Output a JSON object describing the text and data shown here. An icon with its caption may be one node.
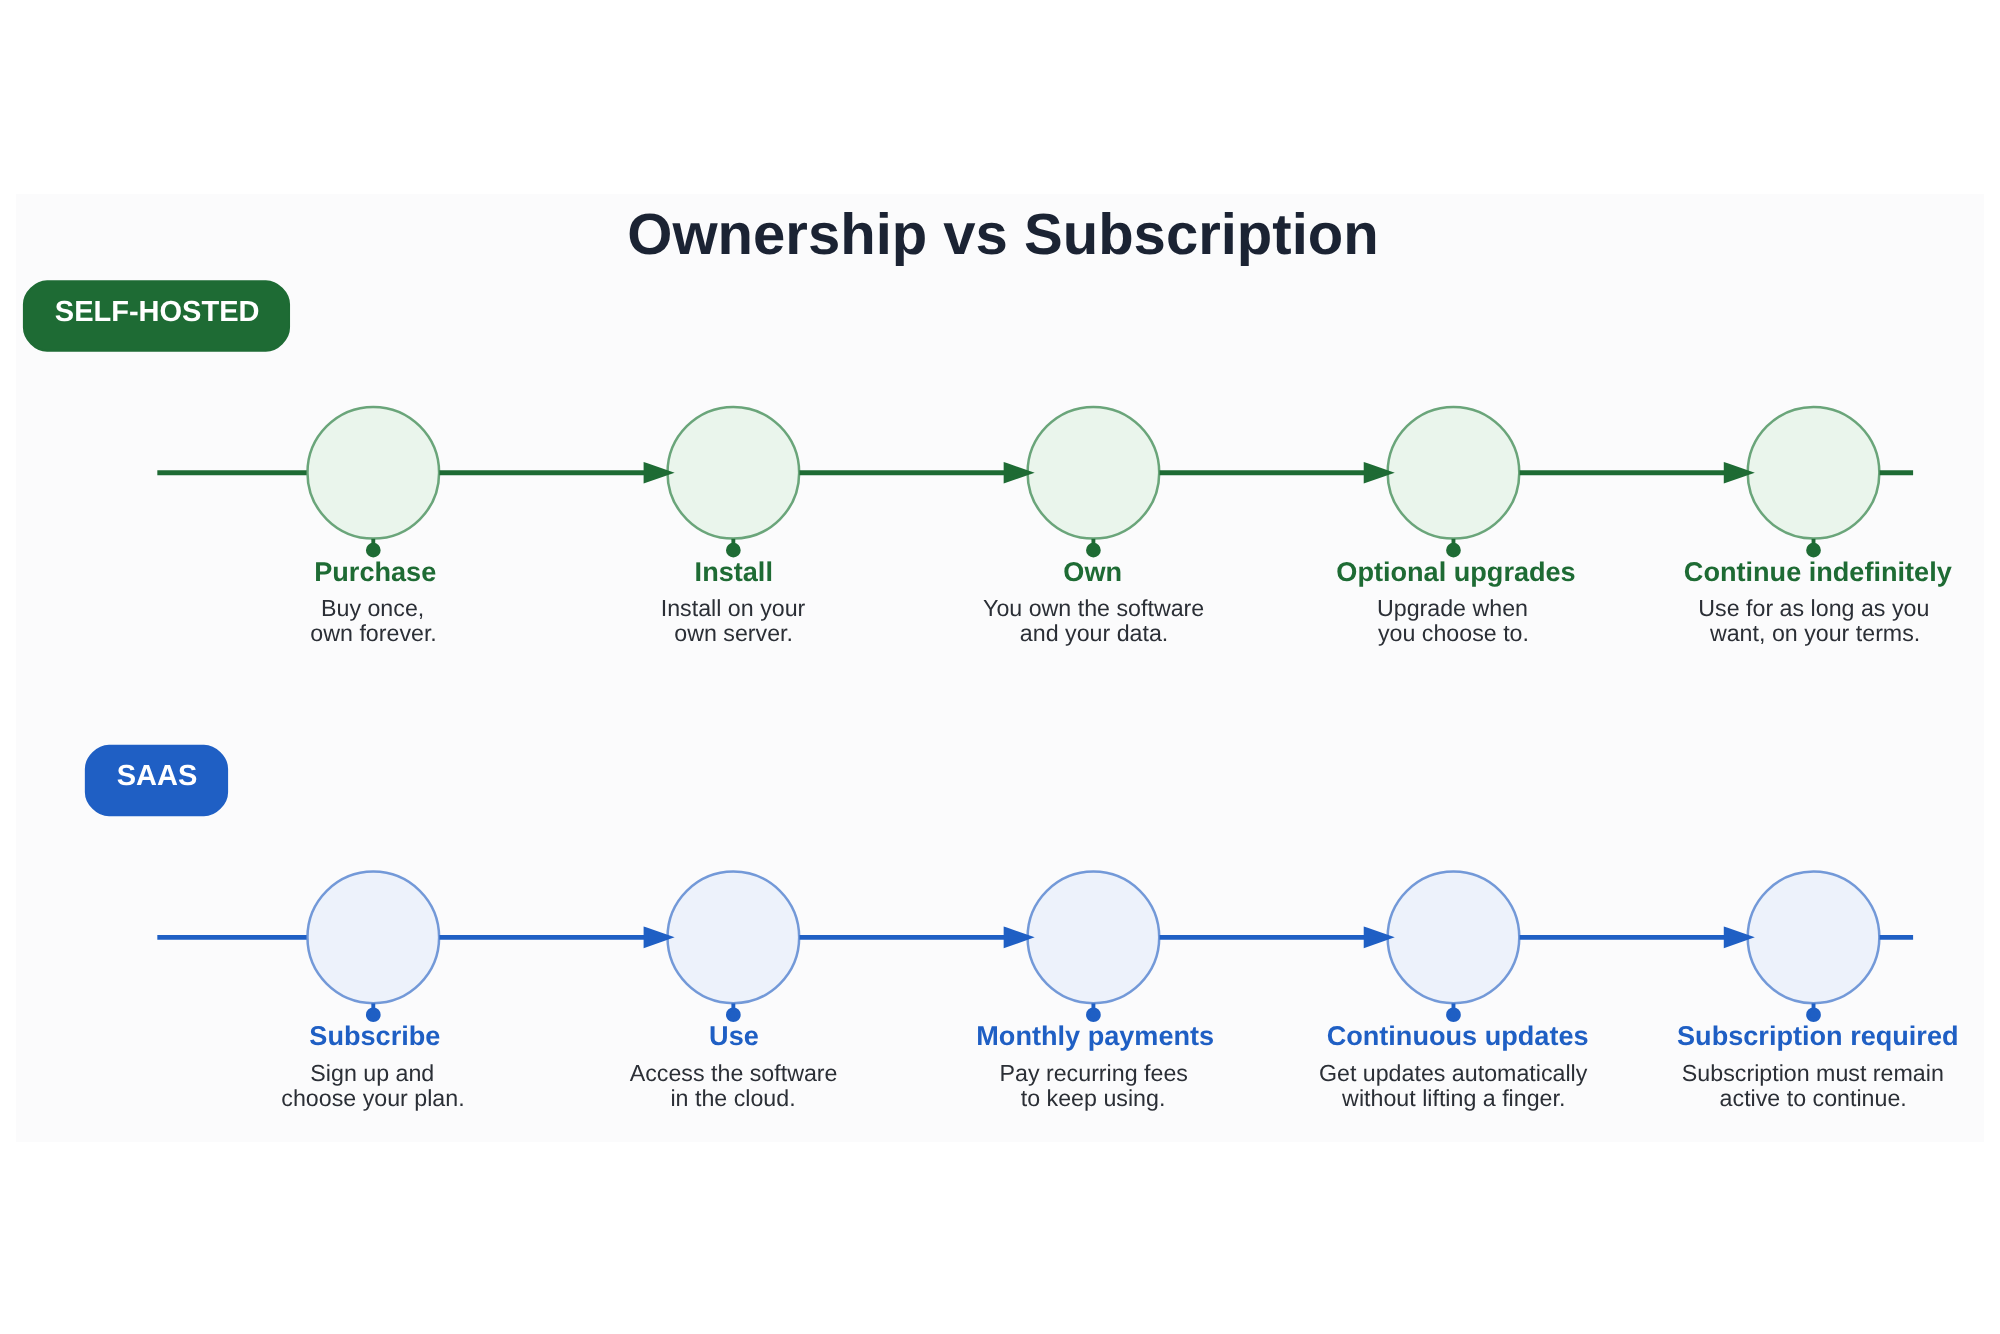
{
  "diagram": {
    "title": "Ownership vs Subscription",
    "nodes": [
      {
        "text": [
          "SELF-HOSTED"
        ]
      },
      {
        "text": [],
        "shape": "circle"
      },
      {
        "text": [
          "Purchase",
          "Buy once, own forever."
        ]
      },
      {
        "text": [],
        "shape": "circle"
      },
      {
        "text": [
          "Install",
          "Install on your own server."
        ]
      },
      {
        "text": [],
        "shape": "circle"
      },
      {
        "text": [
          "Own",
          "You own the software and your data."
        ]
      },
      {
        "text": [],
        "shape": "circle"
      },
      {
        "text": [
          "Optional upgrades",
          "Upgrade when you choose to."
        ]
      },
      {
        "text": [],
        "shape": "circle"
      },
      {
        "text": [
          "Continue indefinitely",
          "Use for as long as you want, on your terms."
        ]
      },
      {
        "text": [
          "SAAS"
        ]
      },
      {
        "text": [],
        "shape": "circle"
      },
      {
        "text": [
          "Subscribe",
          "Sign up and choose your plan."
        ]
      },
      {
        "text": [],
        "shape": "circle"
      },
      {
        "text": [
          "Use",
          "Access the software in the cloud."
        ]
      },
      {
        "text": [],
        "shape": "circle"
      },
      {
        "text": [
          "Monthly payments",
          "Pay recurring fees to keep using."
        ]
      },
      {
        "text": [],
        "shape": "circle"
      },
      {
        "text": [
          "Continuous updates",
          "Get updates automatically without lifting a finger."
        ]
      },
      {
        "text": [],
        "shape": "circle"
      },
      {
        "text": [
          "Subscription required",
          "Subscription must remain active to continue."
        ]
      }
    ],
    "edges": [
      {
        "from": null,
        "to": 1,
        "arrow": "none",
        "color": "#1e6b34"
      },
      {
        "from": 1,
        "to": 2,
        "arrow": "other",
        "color": "#1e6b34"
      },
      {
        "from": 1,
        "to": 3,
        "arrow": "to",
        "color": "#1e6b34"
      },
      {
        "from": 3,
        "to": 4,
        "arrow": "other",
        "color": "#1e6b34"
      },
      {
        "from": 3,
        "to": 5,
        "arrow": "to",
        "color": "#1e6b34"
      },
      {
        "from": 5,
        "to": 6,
        "arrow": "other",
        "color": "#1e6b34"
      },
      {
        "from": 5,
        "to": 7,
        "arrow": "to",
        "color": "#1e6b34"
      },
      {
        "from": 7,
        "to": 8,
        "arrow": "other",
        "color": "#1e6b34"
      },
      {
        "from": 7,
        "to": 9,
        "arrow": "to",
        "color": "#1e6b34"
      },
      {
        "from": 9,
        "to": 10,
        "arrow": "other",
        "color": "#1e6b34"
      },
      {
        "from": 9,
        "to": null,
        "arrow": "none",
        "color": "#1e6b34"
      },
      {
        "from": null,
        "to": 12,
        "arrow": "none",
        "color": "#1f5fc4"
      },
      {
        "from": 12,
        "to": 13,
        "arrow": "other",
        "color": "#1f5fc4"
      },
      {
        "from": 12,
        "to": 14,
        "arrow": "to",
        "color": "#1f5fc4"
      },
      {
        "from": 14,
        "to": 15,
        "arrow": "other",
        "color": "#1f5fc4"
      },
      {
        "from": 14,
        "to": 16,
        "arrow": "to",
        "color": "#1f5fc4"
      },
      {
        "from": 16,
        "to": 17,
        "arrow": "other",
        "color": "#1f5fc4"
      },
      {
        "from": 16,
        "to": 18,
        "arrow": "to",
        "color": "#1f5fc4"
      },
      {
        "from": 18,
        "to": 19,
        "arrow": "other",
        "color": "#1f5fc4"
      },
      {
        "from": 18,
        "to": 20,
        "arrow": "to",
        "color": "#1f5fc4"
      },
      {
        "from": 20,
        "to": 21,
        "arrow": "other",
        "color": "#1f5fc4"
      },
      {
        "from": 20,
        "to": null,
        "arrow": "none",
        "color": "#1f5fc4"
      }
    ]
  }
}
